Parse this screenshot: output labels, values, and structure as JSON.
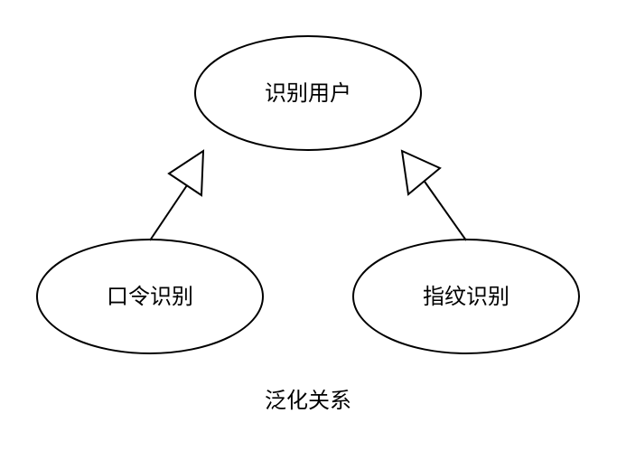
{
  "diagram": {
    "nodes": {
      "parent": {
        "label": "识别用户"
      },
      "left_child": {
        "label": "口令识别"
      },
      "right_child": {
        "label": "指纹识别"
      }
    },
    "caption": "泛化关系"
  }
}
